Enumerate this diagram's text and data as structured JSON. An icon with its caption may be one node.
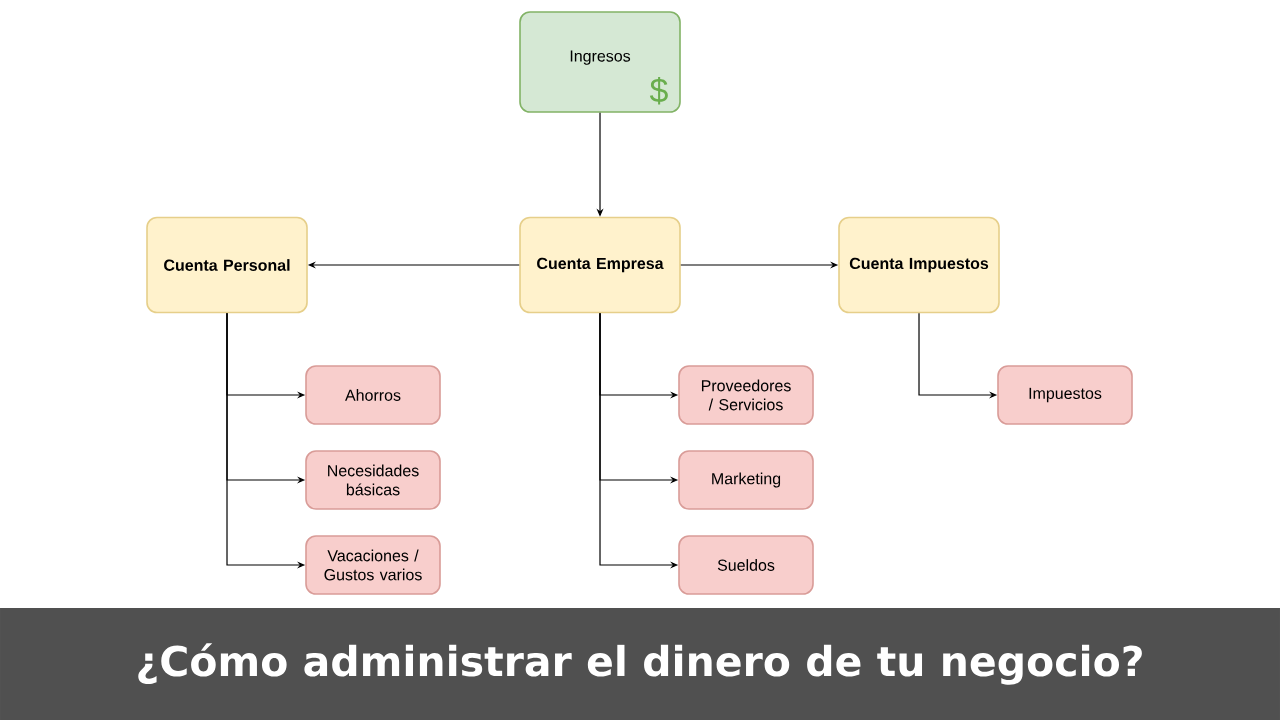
{
  "diagram": {
    "title": "¿Cómo administrar el dinero de tu negocio?",
    "nodes": [
      {
        "text": [
          "Ingresos",
          "$"
        ]
      },
      {
        "text": [
          "Cuenta Personal"
        ]
      },
      {
        "text": [
          "Cuenta Empresa"
        ]
      },
      {
        "text": [
          "Cuenta Impuestos"
        ]
      },
      {
        "text": [
          "Ahorros"
        ]
      },
      {
        "text": [
          "Necesidades básicas"
        ]
      },
      {
        "text": [
          "Vacaciones / Gustos varios"
        ]
      },
      {
        "text": [
          "Proveedores / Servicios"
        ]
      },
      {
        "text": [
          "Marketing"
        ]
      },
      {
        "text": [
          "Sueldos"
        ]
      },
      {
        "text": [
          "Impuestos"
        ]
      }
    ],
    "edges": [
      {
        "from": 0,
        "to": 2,
        "arrow": "to"
      },
      {
        "from": 2,
        "to": 1,
        "arrow": "to"
      },
      {
        "from": 2,
        "to": 3,
        "arrow": "to"
      },
      {
        "from": 1,
        "to": 4,
        "arrow": "to"
      },
      {
        "from": 1,
        "to": 5,
        "arrow": "to"
      },
      {
        "from": 1,
        "to": 6,
        "arrow": "to"
      },
      {
        "from": 2,
        "to": 7,
        "arrow": "to"
      },
      {
        "from": 2,
        "to": 8,
        "arrow": "to"
      },
      {
        "from": 2,
        "to": 9,
        "arrow": "to"
      },
      {
        "from": 3,
        "to": 10,
        "arrow": "to"
      }
    ]
  }
}
